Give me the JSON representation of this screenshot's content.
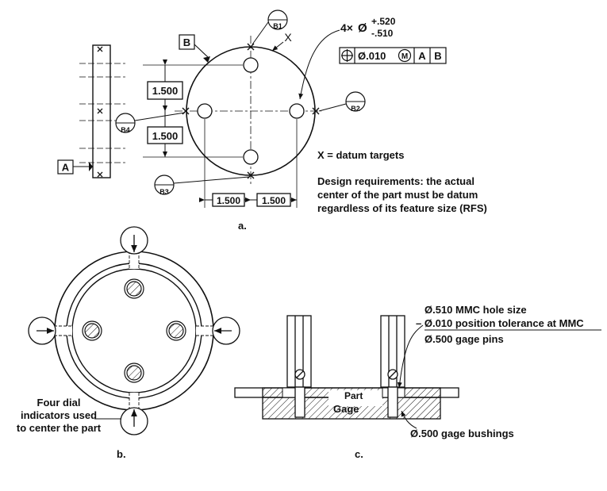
{
  "panel_a": {
    "caption": "a.",
    "datum_a": "A",
    "datum_b": "B",
    "targets": {
      "b1": "B1",
      "b2": "B2",
      "b3": "B3",
      "b4": "B4"
    },
    "target_mark": "X",
    "dims": {
      "v_upper": "1.500",
      "v_lower": "1.500",
      "h_left": "1.500",
      "h_right": "1.500"
    },
    "hole_callout": {
      "count": "4×",
      "dia_symbol": "Ø",
      "upper": "+.520",
      "lower": "-.510"
    },
    "fcf": {
      "symbol": "⊕",
      "tolerance": "Ø.010",
      "modifier": "M",
      "datum1": "A",
      "datum2": "B"
    },
    "legend": "X = datum targets",
    "note_lines": [
      "Design requirements: the actual",
      "center of the part must be datum",
      "regardless of its feature size (RFS)"
    ]
  },
  "panel_b": {
    "caption": "b.",
    "note_lines": [
      "Four dial",
      "indicators used",
      "to center the part"
    ]
  },
  "panel_c": {
    "caption": "c.",
    "notes": [
      "Ø.510 MMC hole size",
      "– Ø.010 position tolerance at MMC",
      "Ø.500 gage pins"
    ],
    "part": "Part",
    "gage": "Gage",
    "bushings": "Ø.500 gage bushings"
  }
}
